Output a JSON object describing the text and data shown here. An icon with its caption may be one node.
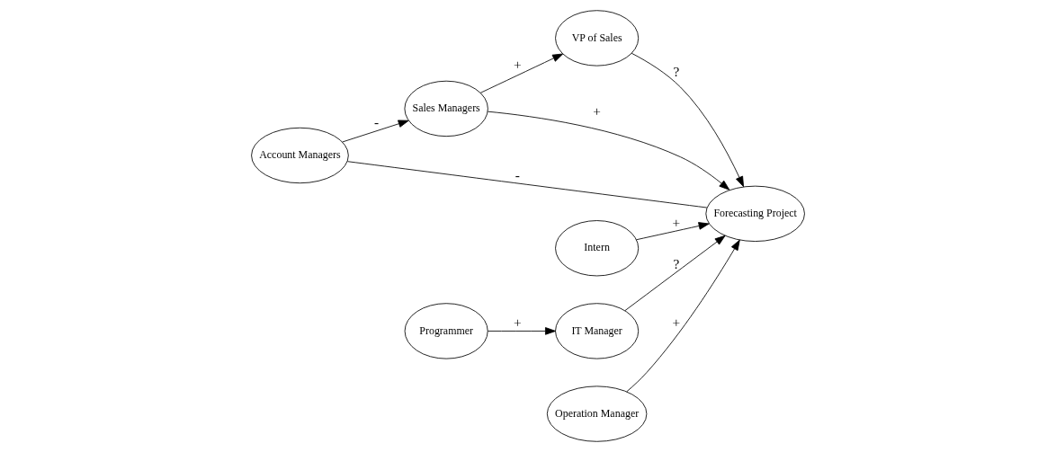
{
  "diagram": {
    "nodes": [
      {
        "text": [
          "VP of Sales"
        ]
      },
      {
        "text": [
          "Sales Managers"
        ]
      },
      {
        "text": [
          "Intern"
        ]
      },
      {
        "text": [
          "Account Managers"
        ]
      },
      {
        "text": [
          "Forecasting Project"
        ]
      },
      {
        "text": [
          "IT Manager"
        ]
      },
      {
        "text": [
          "Programmer"
        ]
      },
      {
        "text": [
          "Operation Manager"
        ]
      }
    ],
    "edges": [
      {
        "from": 1,
        "to": 0,
        "arrow": "to",
        "label": "+"
      },
      {
        "from": 0,
        "to": 4,
        "arrow": "to",
        "label": "?"
      },
      {
        "from": 1,
        "to": 4,
        "arrow": "to",
        "label": "+"
      },
      {
        "from": 2,
        "to": 4,
        "arrow": "to",
        "label": "+"
      },
      {
        "from": 3,
        "to": 1,
        "arrow": "to",
        "label": "-"
      },
      {
        "from": 3,
        "to": 4,
        "arrow": "none",
        "label": "-"
      },
      {
        "from": 5,
        "to": 4,
        "arrow": "to",
        "label": "?"
      },
      {
        "from": 6,
        "to": 5,
        "arrow": "to",
        "label": "+"
      },
      {
        "from": 7,
        "to": 4,
        "arrow": "to",
        "label": "+"
      }
    ]
  }
}
